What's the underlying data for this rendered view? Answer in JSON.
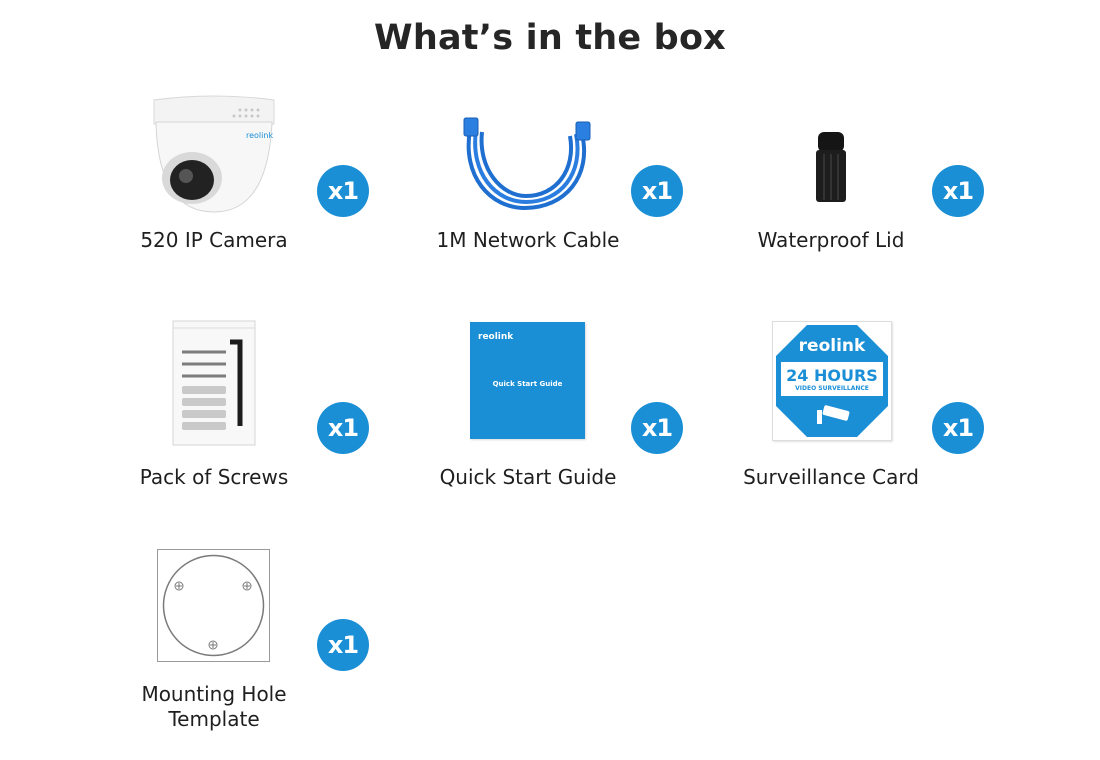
{
  "title": "What’s in the box",
  "badge_color": "#1a8fd6",
  "items": [
    {
      "label": "520 IP Camera",
      "quantity": "x1",
      "icon": "dome-camera-icon"
    },
    {
      "label": "1M Network Cable",
      "quantity": "x1",
      "icon": "network-cable-icon"
    },
    {
      "label": "Waterproof Lid",
      "quantity": "x1",
      "icon": "waterproof-lid-icon"
    },
    {
      "label": "Pack of Screws",
      "quantity": "x1",
      "icon": "screws-pack-icon"
    },
    {
      "label": "Quick Start Guide",
      "quantity": "x1",
      "icon": "quick-start-guide-icon",
      "cover_brand": "reolink",
      "cover_title": "Quick Start Guide"
    },
    {
      "label": "Surveillance Card",
      "quantity": "x1",
      "icon": "surveillance-card-icon",
      "card_brand": "reolink",
      "card_heading": "24 HOURS",
      "card_subheading": "VIDEO SURVEILLANCE"
    },
    {
      "label_line1": "Mounting Hole",
      "label_line2": "Template",
      "quantity": "x1",
      "icon": "mounting-template-icon"
    }
  ]
}
